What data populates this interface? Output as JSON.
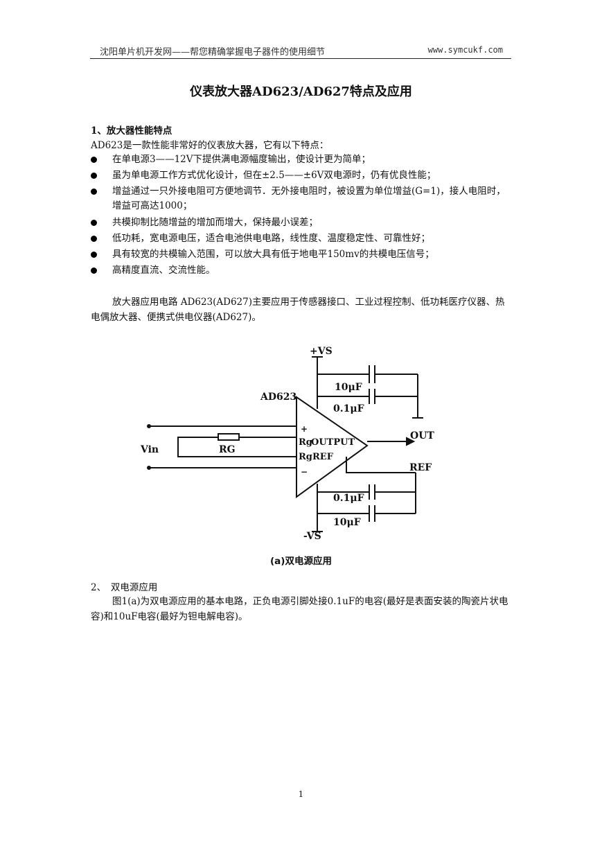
{
  "header": {
    "left": "沈阳单片机开发网——帮您精确掌握电子器件的使用细节",
    "right": "www.symcukf.com"
  },
  "title": "仪表放大器AD623/AD627特点及应用",
  "section1": {
    "heading": "1、放大器性能特点",
    "intro": "AD623是一款性能非常好的仪表放大器，它有以下特点：",
    "bullets": [
      "在单电源3——12V下提供满电源幅度输出，使设计更为简单；",
      "虽为单电源工作方式优化设计，但在±2.5——±6V双电源时，仍有优良性能；",
      "增益通过一只外接电阻可方便地调节．无外接电阻时，被设置为单位增益(G=1)，接人电阻时，增益可高达1000；",
      "共模抑制比随增益的增加而增大，保持最小误差；",
      "低功耗，宽电源电压，适合电池供电电路，线性度、温度稳定性、可靠性好；",
      "具有较宽的共模输入范围，可以放大具有低于地电平150mv的共模电压信号；",
      "高精度直流、交流性能。"
    ],
    "application": "放大器应用电路 AD623(AD627)主要应用于传感器接口、工业过程控制、低功耗医疗仪器、热电偶放大器、便携式供电仪器(AD627)。"
  },
  "figure": {
    "labels": {
      "vs_plus": "+VS",
      "vs_minus": "-VS",
      "chip": "AD623",
      "cap_10uf_top": "10μF",
      "cap_01uf_top": "0.1μF",
      "cap_01uf_bottom": "0.1μF",
      "cap_10uf_bottom": "10μF",
      "vin": "Vin",
      "rg": "RG",
      "plus_sign": "+",
      "minus_sign": "−",
      "rg_pin1": "Rg",
      "output_pin": "OUTPUT",
      "rg_pin2": "Rg",
      "ref_pin": "REF",
      "out": "OUT",
      "ref": "REF"
    },
    "caption": "(a)双电源应用"
  },
  "section2": {
    "heading": "2、　双电源应用",
    "body": "图1(a)为双电源应用的基本电路，正负电源引脚处接0.1uF的电容(最好是表面安装的陶瓷片状电容)和10uF电容(最好为钽电解电容)。"
  },
  "page_number": "1"
}
